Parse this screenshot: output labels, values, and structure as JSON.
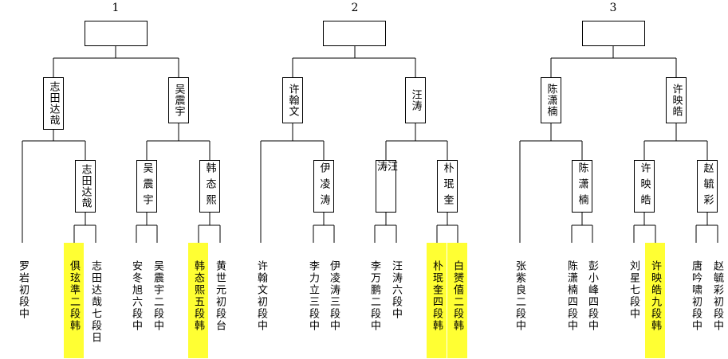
{
  "groups": [
    {
      "number": "1",
      "semis": [
        "志田达哉",
        "吴震宇"
      ],
      "quarters": [
        "志田达哉",
        "吴震宇",
        "韩态熙"
      ],
      "players": [
        "罗岩初段中",
        "俱玹準二段韩",
        "志田达哉七段日",
        "安冬旭六段中",
        "吴震宇二段中",
        "韩态熙五段韩",
        "黄世元初段台"
      ]
    },
    {
      "number": "2",
      "semis": [
        "许翰文",
        "汪涛"
      ],
      "quarters": [
        "伊凌涛",
        "汪涛",
        "朴珉奎"
      ],
      "players": [
        "许翰文初段中",
        "李力立三段中",
        "伊凌涛三段中",
        "李万鹏二段中",
        "汪涛六段中",
        "朴珉奎四段韩",
        "白赟僖二段韩"
      ]
    },
    {
      "number": "3",
      "semis": [
        "陈潇楠",
        "许映皓"
      ],
      "quarters": [
        "陈潇楠",
        "许映皓",
        "赵毓彩"
      ],
      "players": [
        "张紫良二段中",
        "陈潇楠四段中",
        "彭小峰四段中",
        "刘星七段中",
        "许映皓九段韩",
        "唐吟啸初段中",
        "赵毓彩初段中"
      ]
    }
  ]
}
